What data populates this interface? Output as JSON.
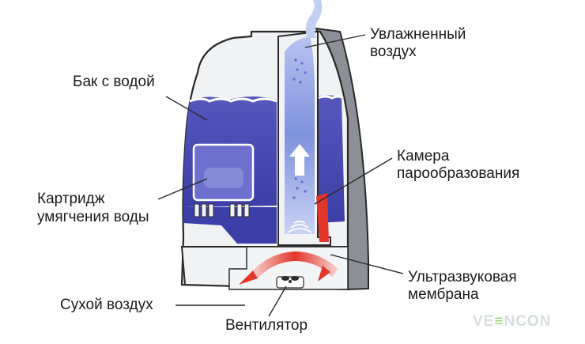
{
  "labels": {
    "humid_air": [
      "Увлажненный",
      "воздух"
    ],
    "tank": "Бак с водой",
    "chamber": [
      "Камера",
      "парообразования"
    ],
    "cartridge": [
      "Картридж",
      "умягчения воды"
    ],
    "membrane": [
      "Ультразвуковая",
      "мембрана"
    ],
    "dry_air": "Сухой воздух",
    "fan": "Вентилятор"
  },
  "logo": {
    "text_a": "VE",
    "mark": "≡",
    "text_b": "NCON"
  },
  "colors": {
    "water": "#4b4db8",
    "water_light": "#6f72cc",
    "mist": "#a9b8ec",
    "hot_air": "#e2362b",
    "body": "#f1f2f4",
    "outline": "#2a2a2a"
  }
}
